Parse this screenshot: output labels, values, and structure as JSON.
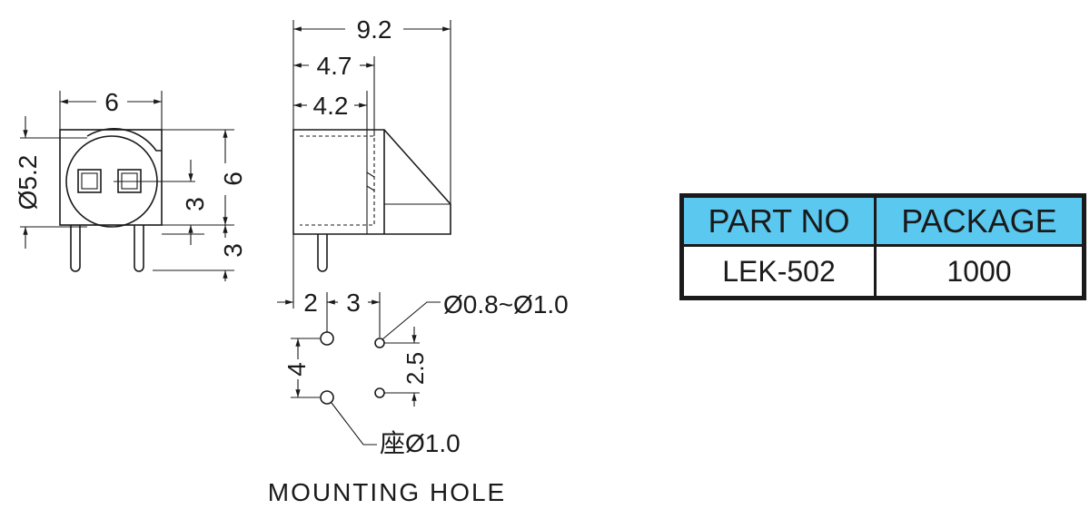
{
  "colors": {
    "ink": "#1a1a1a",
    "table_header_bg": "#5bc8f0"
  },
  "front_view": {
    "width_label": "6",
    "diameter_label": "Ø5.2",
    "height_label": "6",
    "pin_spacing_label": "3",
    "pin_length_label": "3"
  },
  "side_view": {
    "overall_length_label": "9.2",
    "offset_label_1": "4.7",
    "offset_label_2": "4.2"
  },
  "mounting_hole": {
    "spacing_left_label": "2",
    "spacing_mid_label": "3",
    "hole_small_label": "Ø0.8~Ø1.0",
    "vertical_spacing_label": "4",
    "vertical_small_label": "2.5",
    "seat_label": "座Ø1.0",
    "title": "MOUNTING HOLE"
  },
  "table": {
    "headers": [
      "PART NO",
      "PACKAGE"
    ],
    "row": [
      "LEK-502",
      "1000"
    ]
  }
}
